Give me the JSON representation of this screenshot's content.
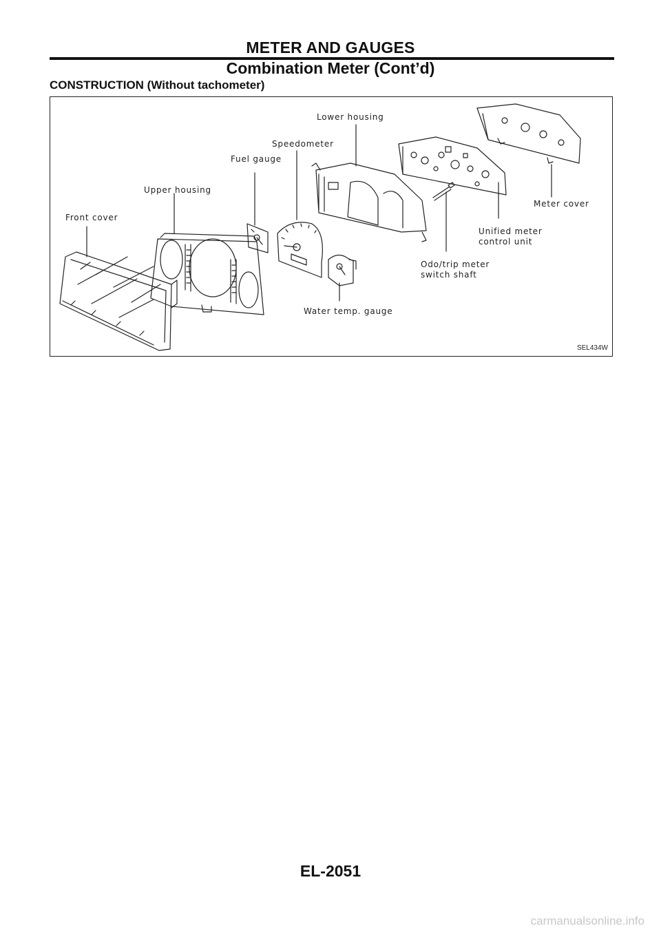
{
  "header": {
    "title": "METER AND GAUGES",
    "subtitle": "Combination Meter (Cont’d)"
  },
  "section": {
    "title": "CONSTRUCTION (Without tachometer)"
  },
  "figure": {
    "labels": {
      "lower_housing": "Lower housing",
      "speedometer": "Speedometer",
      "fuel_gauge": "Fuel gauge",
      "upper_housing": "Upper housing",
      "front_cover": "Front cover",
      "meter_cover": "Meter cover",
      "unified_meter_line1": "Unified meter",
      "unified_meter_line2": "control unit",
      "odo_trip_line1": "Odo/trip meter",
      "odo_trip_line2": "switch shaft",
      "water_temp_gauge": "Water temp. gauge"
    },
    "figure_id": "SEL434W"
  },
  "footer": {
    "page_number": "EL-2051",
    "watermark": "carmanualsonline.info"
  }
}
